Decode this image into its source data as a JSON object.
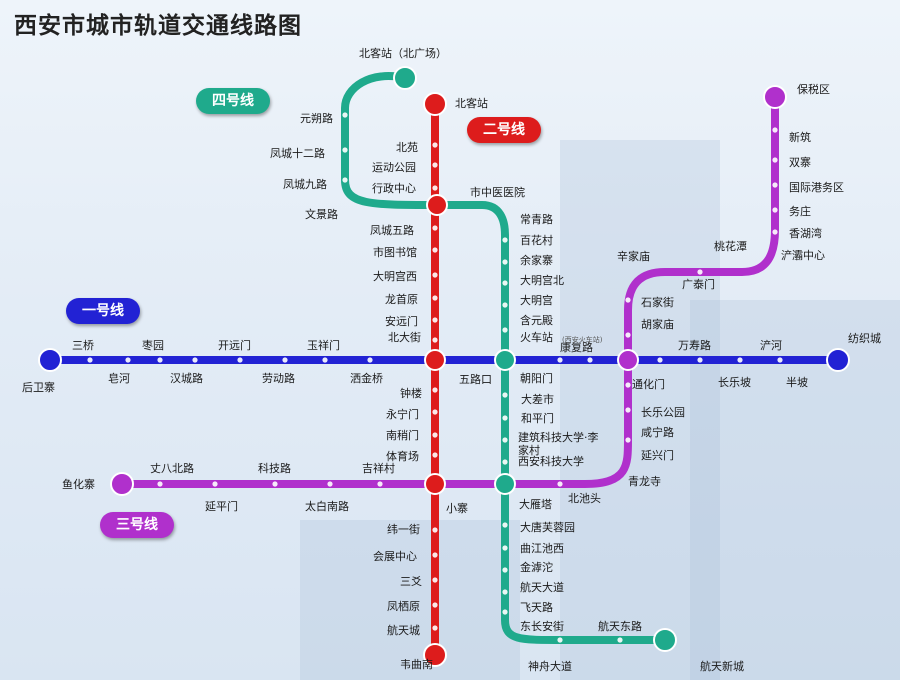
{
  "title": "西安市城市轨道交通线路图",
  "colors": {
    "line1": "#2222d4",
    "line2": "#dd1c1c",
    "line3": "#b030cc",
    "line4": "#1faa8c"
  },
  "badges": {
    "line1": "一号线",
    "line2": "二号线",
    "line3": "三号线",
    "line4": "四号线"
  },
  "line1_stations": [
    "后卫寨",
    "三桥",
    "皂河",
    "枣园",
    "汉城路",
    "开远门",
    "劳动路",
    "玉祥门",
    "洒金桥",
    "北大街",
    "五路口",
    "朝阳门",
    "康复路",
    "通化门",
    "万寿路",
    "长乐坡",
    "浐河",
    "半坡",
    "纺织城"
  ],
  "line2_stations": [
    "北客站",
    "北苑",
    "运动公园",
    "行政中心",
    "凤城五路",
    "市图书馆",
    "大明宫西",
    "龙首原",
    "安远门",
    "北大街",
    "钟楼",
    "永宁门",
    "南稍门",
    "体育场",
    "小寨",
    "纬一街",
    "会展中心",
    "三爻",
    "凤栖原",
    "航天城",
    "韦曲南"
  ],
  "line3_stations": [
    "保税区",
    "新筑",
    "双寨",
    "国际港务区",
    "务庄",
    "香湖湾",
    "浐灞中心",
    "桃花潭",
    "辛家庙",
    "广泰门",
    "石家街",
    "胡家庙",
    "通化门",
    "长乐公园",
    "咸宁路",
    "延兴门",
    "青龙寺",
    "北池头",
    "大雁塔",
    "小寨",
    "吉祥村",
    "太白南路",
    "科技路",
    "延平门",
    "丈八北路",
    "鱼化寨"
  ],
  "line4_stations": [
    "北客站（北广场）",
    "元朔路",
    "凤城十二路",
    "凤城九路",
    "文景路",
    "行政中心",
    "市中医医院",
    "常青路",
    "百花村",
    "余家寨",
    "大明宫北",
    "大明宫",
    "含元殿",
    "火车站",
    "五路口",
    "大差市",
    "和平门",
    "建筑科技大学·李家村",
    "西安科技大学",
    "大雁塔",
    "大唐芙蓉园",
    "曲江池西",
    "金滹沱",
    "航天大道",
    "飞天路",
    "东长安街",
    "神舟大道",
    "航天东路",
    "航天新城"
  ],
  "notes": {
    "train_station": "(西安火车站)"
  }
}
